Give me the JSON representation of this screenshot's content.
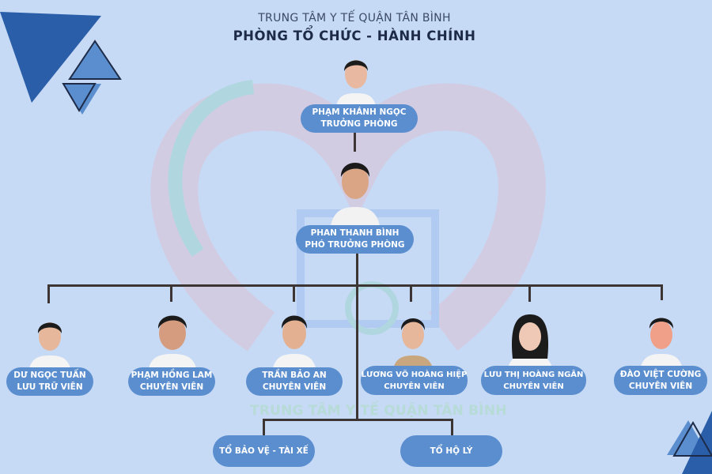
{
  "header": {
    "organization": "TRUNG TÂM Y TẾ QUẬN TÂN BÌNH",
    "department": "PHÒNG TỔ CHỨC - HÀNH CHÍNH"
  },
  "watermark": "TRUNG TÂM Y TẾ QUẬN TÂN BÌNH",
  "head": {
    "name": "PHẠM KHÁNH NGỌC",
    "role": "TRƯỞNG PHÒNG"
  },
  "deputy": {
    "name": "PHAN THANH BÌNH",
    "role": "PHÓ TRƯỞNG PHÒNG"
  },
  "staff": [
    {
      "name": "DƯ NGỌC TUẤN",
      "role": "LƯU TRỮ VIÊN"
    },
    {
      "name": "PHẠM HỒNG LAM",
      "role": "CHUYÊN VIÊN"
    },
    {
      "name": "TRẦN BẢO AN",
      "role": "CHUYÊN VIÊN"
    },
    {
      "name": "LƯƠNG VÕ HOÀNG HIỆP",
      "role": "CHUYÊN VIÊN"
    },
    {
      "name": "LƯU THỊ HOÀNG NGÂN",
      "role": "CHUYÊN VIÊN"
    },
    {
      "name": "ĐÀO VIỆT CƯỜNG",
      "role": "CHUYÊN VIÊN"
    }
  ],
  "teams": [
    {
      "name": "TỔ BẢO VỆ - TÀI XẾ"
    },
    {
      "name": "TỔ HỘ LÝ"
    }
  ],
  "colors": {
    "background": "#c6daf5",
    "box": "#5b8ecf",
    "line": "#3d3434",
    "accent": "#2b5ea8"
  }
}
